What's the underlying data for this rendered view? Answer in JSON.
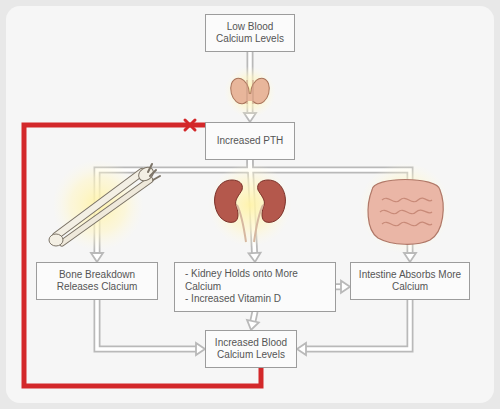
{
  "diagram": {
    "nodes": [
      {
        "text": [
          "Low Blood Calcium Levels"
        ]
      },
      {
        "text": [
          "Increased PTH"
        ]
      },
      {
        "text": [
          "Bone Breakdown Releases Clacium"
        ]
      },
      {
        "text": [
          "- Kidney Holds onto More Calcium",
          "- Increased Vitamin D"
        ]
      },
      {
        "text": [
          "Intestine Absorbs More Calcium"
        ]
      },
      {
        "text": [
          "Increased Blood Calcium Levels"
        ]
      }
    ],
    "edges": [
      {
        "from": 0,
        "to": 1,
        "arrow": "to"
      },
      {
        "from": 1,
        "to": 2,
        "arrow": "to"
      },
      {
        "from": 1,
        "to": 3,
        "arrow": "to"
      },
      {
        "from": 1,
        "to": 4,
        "arrow": "to"
      },
      {
        "from": 3,
        "to": 4,
        "arrow": "to"
      },
      {
        "from": 2,
        "to": 5,
        "arrow": "to"
      },
      {
        "from": 3,
        "to": 5,
        "arrow": "to"
      },
      {
        "from": 4,
        "to": 5,
        "arrow": "to"
      },
      {
        "from": 5,
        "to": 1,
        "arrow": "none"
      }
    ]
  }
}
